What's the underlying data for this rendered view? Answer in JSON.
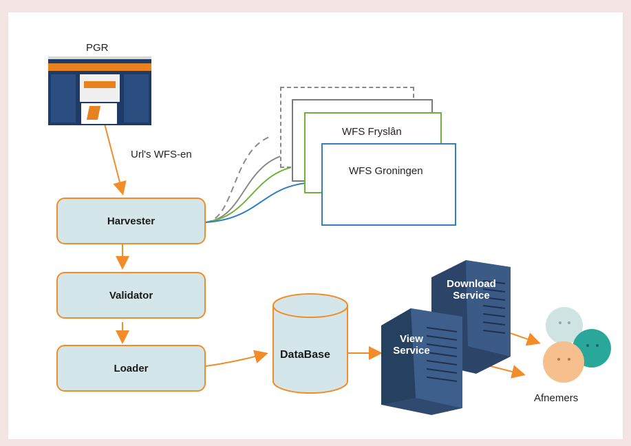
{
  "source": {
    "label": "PGR"
  },
  "edge_label": "Url's WFS-en",
  "steps": [
    {
      "id": "harvester",
      "label": "Harvester"
    },
    {
      "id": "validator",
      "label": "Validator"
    },
    {
      "id": "loader",
      "label": "Loader"
    }
  ],
  "wfs_services": [
    {
      "label": "WFS Fryslân",
      "color": "#6fb23a"
    },
    {
      "label": "WFS Groningen",
      "color": "#2f7fc1"
    }
  ],
  "database": {
    "label": "DataBase"
  },
  "servers": [
    {
      "id": "download",
      "line1": "Download",
      "line2": "Service"
    },
    {
      "id": "view",
      "line1": "View",
      "line2": "Service"
    }
  ],
  "consumers": {
    "label": "Afnemers"
  },
  "colors": {
    "accent": "#f28c28",
    "process_fill": "#d4e6e9",
    "server": "#2f4a6e",
    "wfs_green": "#6fb23a",
    "wfs_blue": "#2f7fc1",
    "wfs_gray": "#7a7a7a"
  }
}
